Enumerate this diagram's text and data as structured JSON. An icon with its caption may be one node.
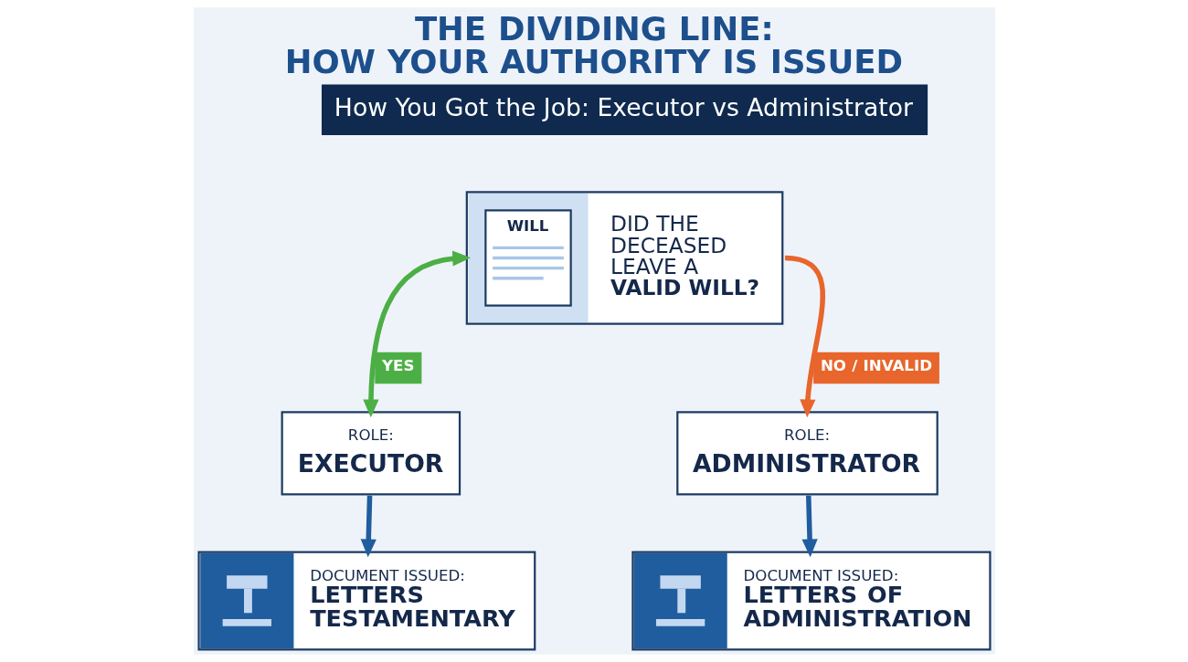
{
  "diagram": {
    "title": "THE DIVIDING LINE: HOW YOUR AUTHORITY IS ISSUED",
    "nodes": [
      {
        "text": [
          "WILL",
          "DID THE DECEASED LEAVE A **VALID WILL?**"
        ]
      },
      {
        "text": [
          "ROLE:",
          "EXECUTOR"
        ]
      },
      {
        "text": [
          "ROLE:",
          "ADMINISTRATOR"
        ]
      },
      {
        "text": [
          "DOCUMENT ISSUED:",
          "LETTERS TESTAMENTARY"
        ]
      },
      {
        "text": [
          "DOCUMENT ISSUED:",
          "LETTERS OF ADMINISTRATION"
        ]
      }
    ],
    "edges": [
      {
        "from": 0,
        "to": 1,
        "arrow": "both",
        "label": "YES",
        "color": "#4caf45"
      },
      {
        "from": 0,
        "to": 2,
        "arrow": "to",
        "label": "NO / INVALID",
        "color": "#e8652c"
      },
      {
        "from": 1,
        "to": 3,
        "arrow": "to"
      },
      {
        "from": 2,
        "to": 4,
        "arrow": "to"
      }
    ],
    "labels": [
      "How You Got the Job: Executor vs Administrator"
    ]
  }
}
